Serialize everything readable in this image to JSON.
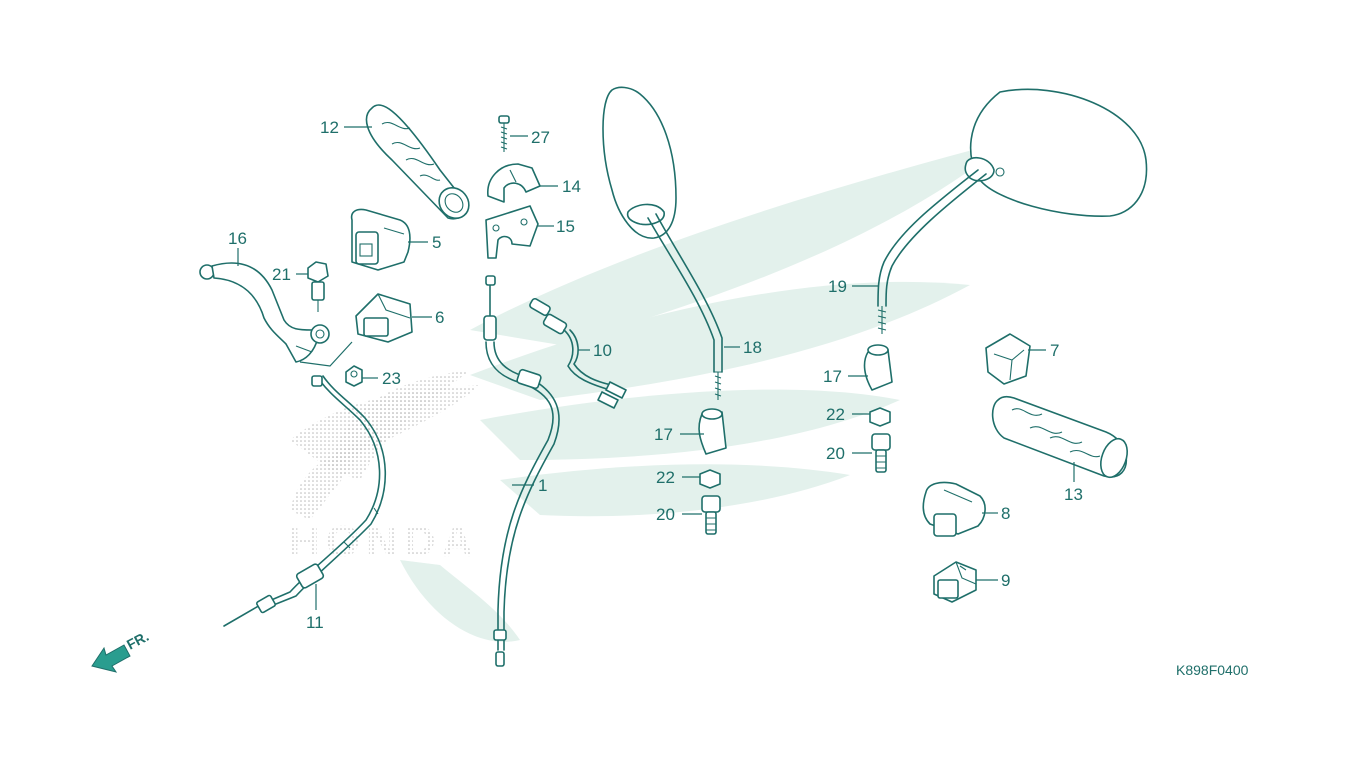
{
  "colors": {
    "line": "#1f6f6a",
    "watermark_wing": "#e3f1ec",
    "watermark_dots": "#b9b9b9",
    "background": "#ffffff"
  },
  "watermark": {
    "logo": "HONDA"
  },
  "direction_marker": {
    "label": "FR.",
    "icon": "front-arrow-icon"
  },
  "reference_code": "K898F0400",
  "callouts": {
    "c1": "1",
    "c5": "5",
    "c6": "6",
    "c7": "7",
    "c8": "8",
    "c9": "9",
    "c10": "10",
    "c11": "11",
    "c12": "12",
    "c13": "13",
    "c14": "14",
    "c15": "15",
    "c16": "16",
    "c17a": "17",
    "c17b": "17",
    "c18": "18",
    "c19": "19",
    "c20a": "20",
    "c20b": "20",
    "c21": "21",
    "c22a": "22",
    "c22b": "22",
    "c23": "23",
    "c27": "27"
  }
}
